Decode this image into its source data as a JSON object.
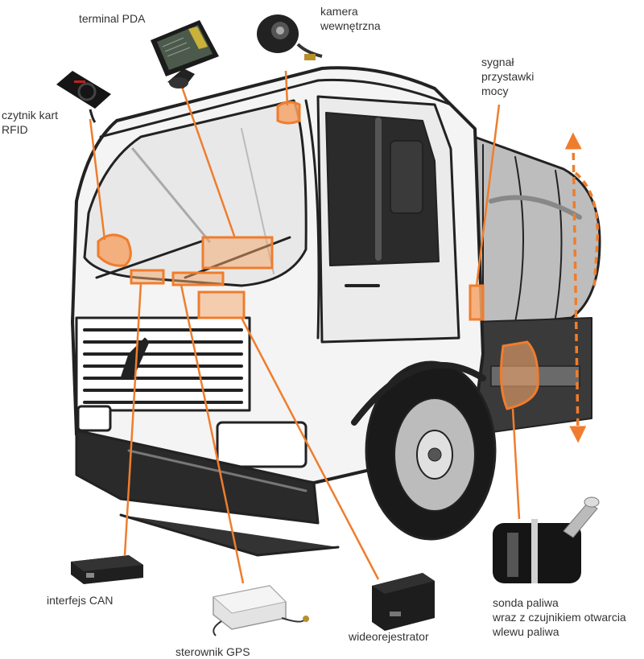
{
  "labels": {
    "pda": "terminal PDA",
    "camera": [
      "kamera",
      "wewnętrzna"
    ],
    "rfid": [
      "czytnik kart",
      "RFID"
    ],
    "pto": [
      "sygnał",
      "przystawki",
      "mocy"
    ],
    "can": "interfejs CAN",
    "gps": "sterownik GPS",
    "dvr": "wideorejestrator",
    "fuel": [
      "sonda paliwa",
      "wraz z czujnikiem otwarcia",
      "wlewu paliwa"
    ]
  },
  "colors": {
    "accent": "#ef7d2d",
    "accent_fill": "#f4a56a",
    "truck_line": "#222222",
    "truck_body": "#f4f4f4",
    "device_dark": "#1e1e1e",
    "label_text": "#333333"
  },
  "icons": [
    "pda-terminal-icon",
    "dome-camera-icon",
    "rfid-reader-icon",
    "can-interface-icon",
    "gps-module-icon",
    "dvr-icon",
    "fuel-probe-icon",
    "vertical-arrow-icon"
  ]
}
